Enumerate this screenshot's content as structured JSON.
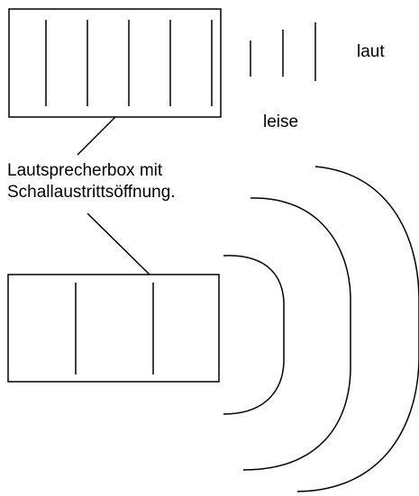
{
  "labels": {
    "loud": "laut",
    "quiet": "leise",
    "speaker_box_line1": "Lautsprecherbox mit",
    "speaker_box_line2": "Schallaustrittsöffnung."
  },
  "colors": {
    "stroke": "#000000",
    "background": "#ffffff"
  }
}
